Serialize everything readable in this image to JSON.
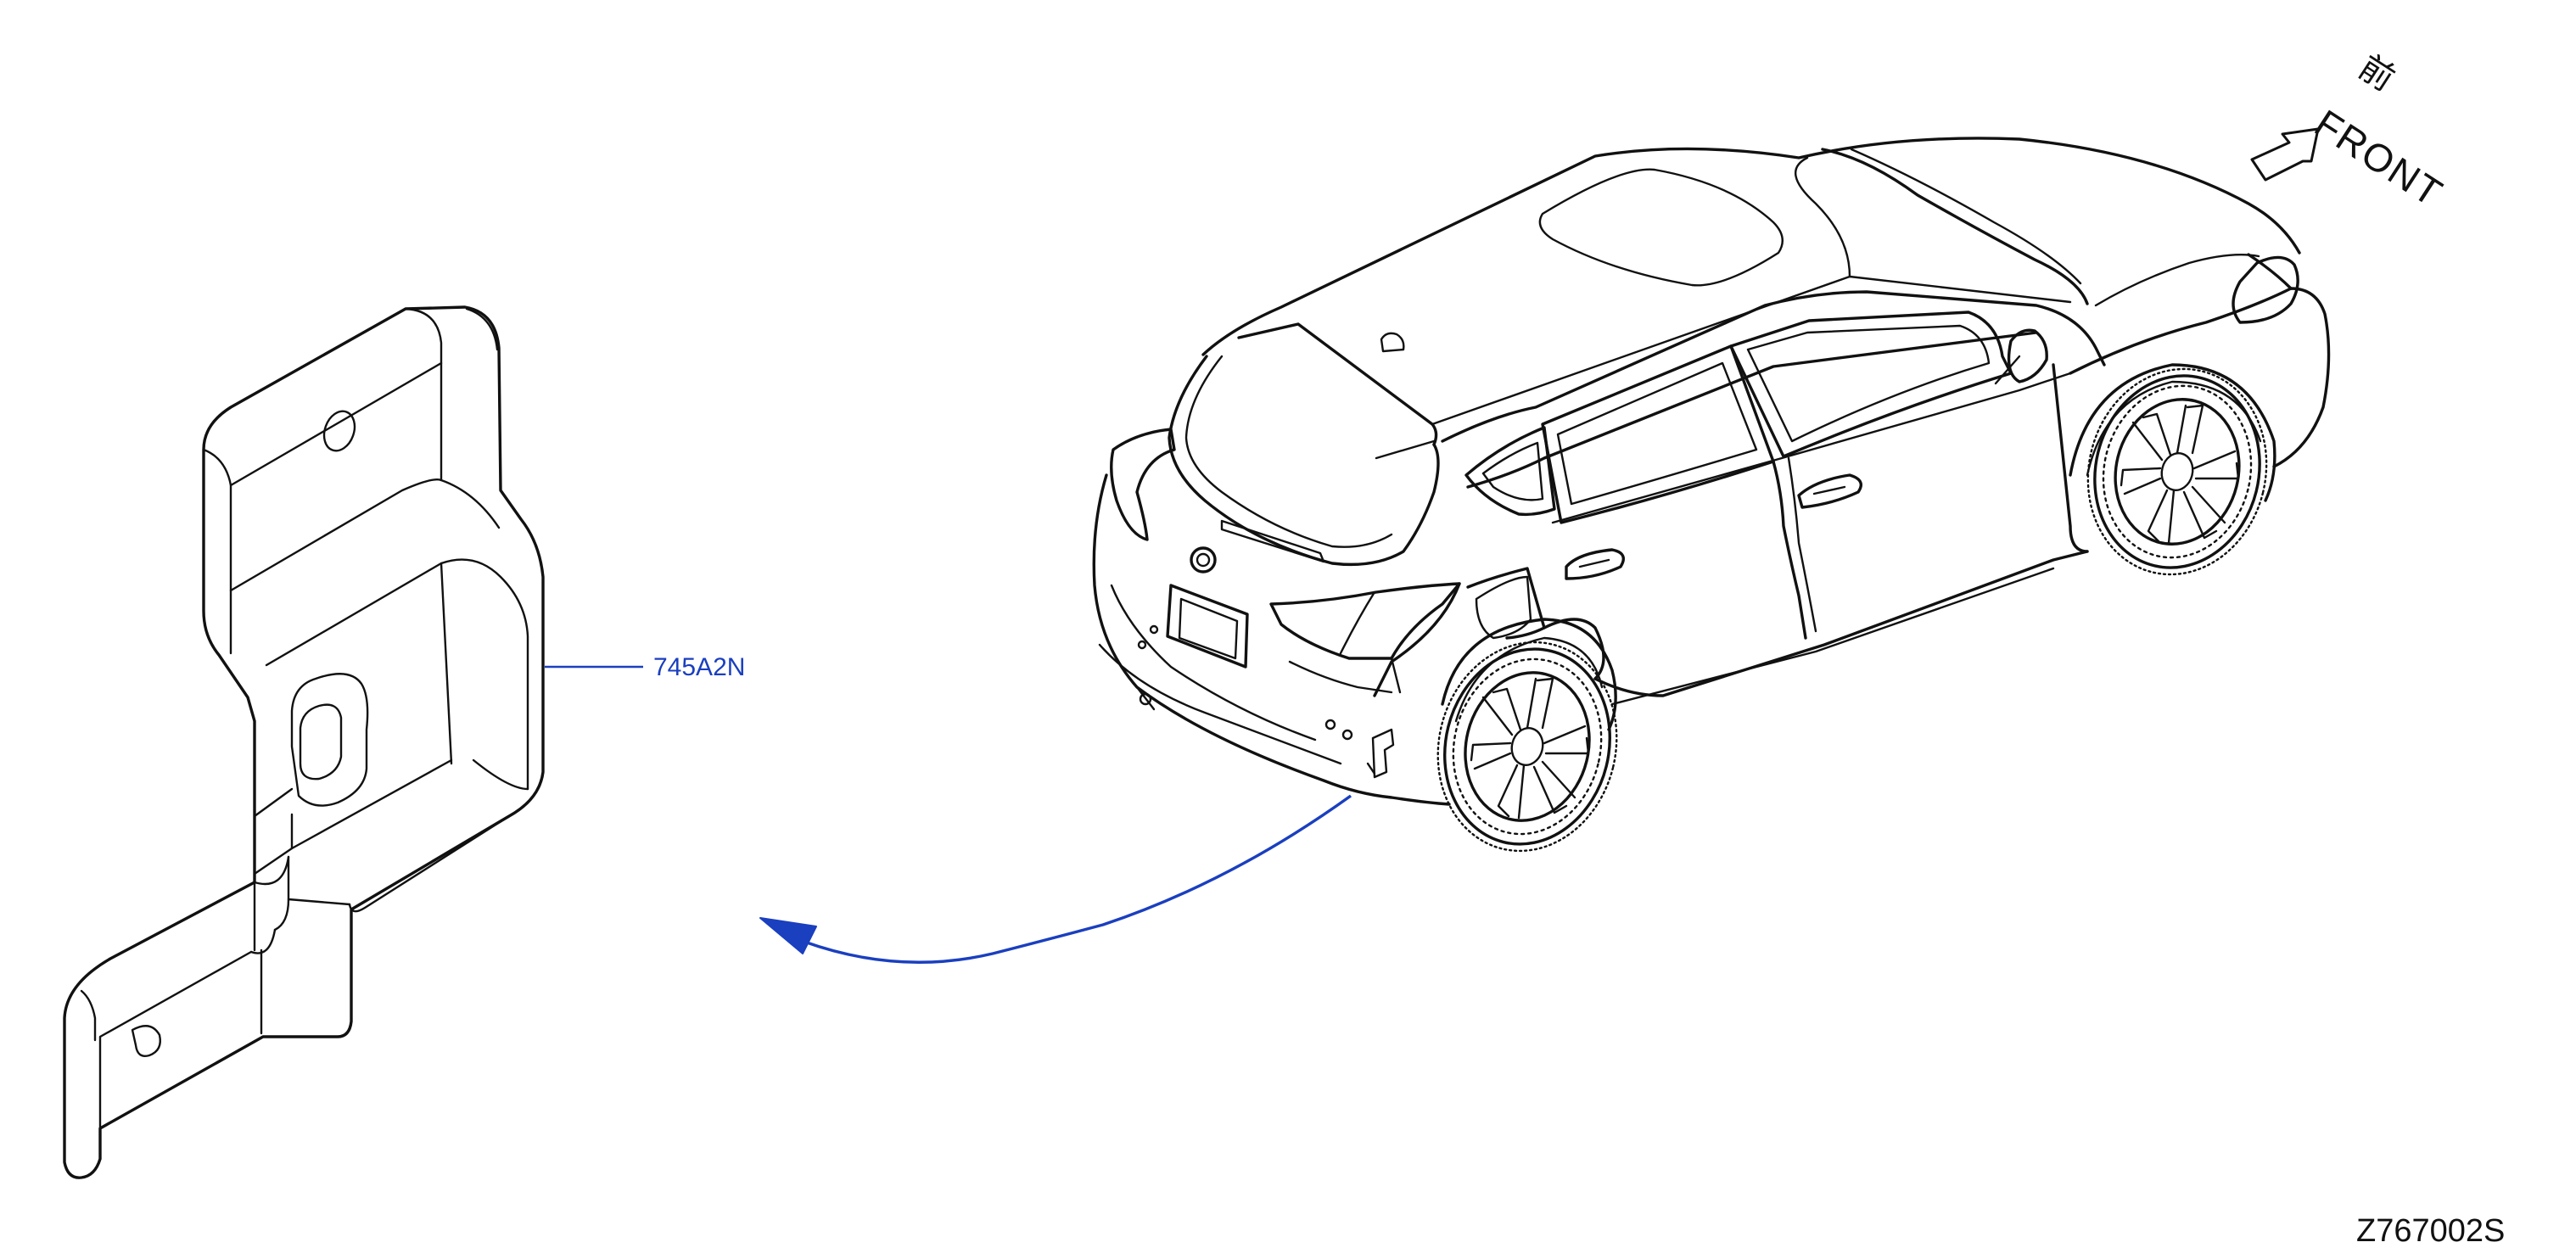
{
  "part_callout": {
    "number": "745A2N",
    "color": "#1a3fbf"
  },
  "orientation": {
    "label_en": "FRONT",
    "label_jp": "前",
    "icon": "front-arrow-icon"
  },
  "drawing_number": "Z767002S",
  "leader_color": "#1a3fbf"
}
